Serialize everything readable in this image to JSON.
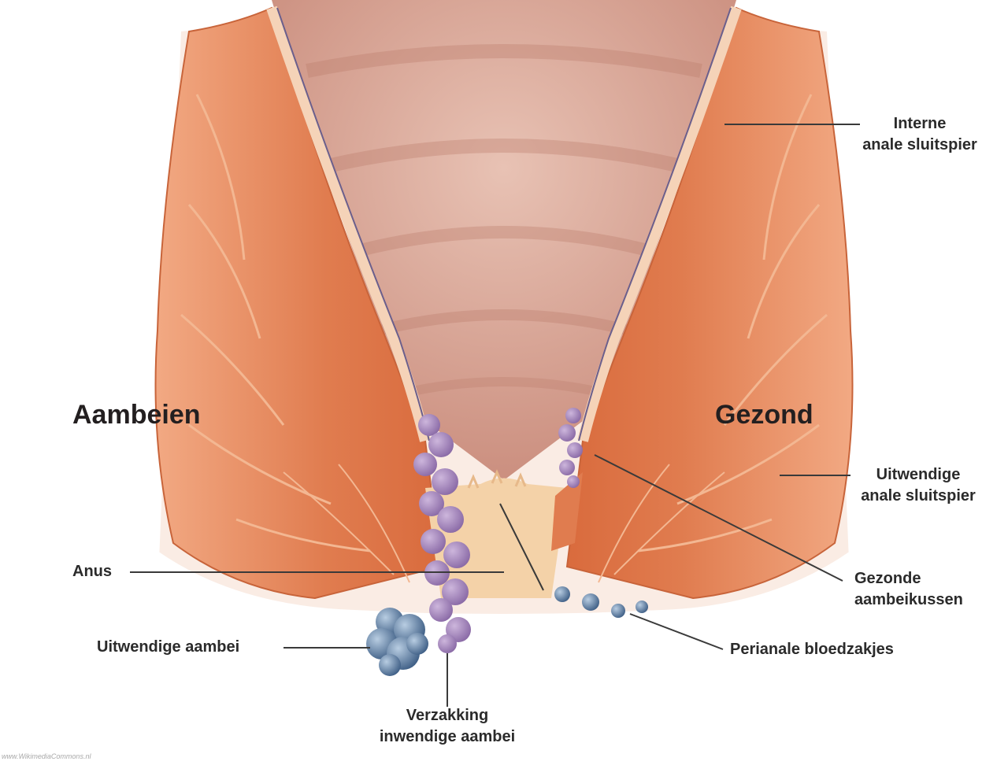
{
  "titles": {
    "left": "Aambeien",
    "right": "Gezond"
  },
  "labels": {
    "internal_sphincter": {
      "line1": "Interne",
      "line2": "anale sluitspier"
    },
    "external_sphincter": {
      "line1": "Uitwendige",
      "line2": "anale sluitspier"
    },
    "healthy_cushions": {
      "line1": "Gezonde",
      "line2": "aambeikussen"
    },
    "anus": "Anus",
    "external_hemorrhoid": "Uitwendige aambei",
    "prolapse": {
      "line1": "Verzakking",
      "line2": "inwendige aambei"
    },
    "perianal_veins": "Perianale bloedzakjes"
  },
  "credit": "www.WikimediaCommons.nl",
  "colors": {
    "muscle": "#e0784a",
    "muscle_light": "#eb9c74",
    "mucosa": "#d9a090",
    "hemorrhoid_internal": "#a98bbf",
    "hemorrhoid_external": "#6f8fb5",
    "skin": "#f4d2a8",
    "leader_line": "#3a3a3a"
  }
}
